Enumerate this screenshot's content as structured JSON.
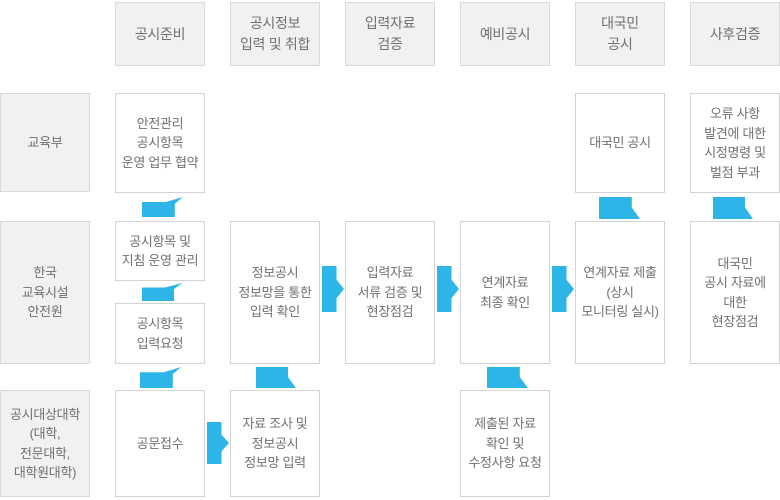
{
  "stages": [
    "공시준비",
    "공시정보\n입력 및 취합",
    "입력자료\n검증",
    "예비공시",
    "대국민\n공시",
    "사후검증"
  ],
  "actors": [
    "교육부",
    "한국\n교육시설\n안전원",
    "공시대상대학\n(대학,\n전문대학,\n대학원대학)"
  ],
  "nodes": {
    "ministry_agreement": "안전관리\n공시항목\n운영 업무 협약",
    "ministry_public_disclosure": "대국민 공시",
    "ministry_correction_order": "오류 사항\n발견에 대한\n시정명령 및\n벌점 부과",
    "agency_item_guideline": "공시항목 및\n지침 운영 관리",
    "agency_input_request": "공시항목\n입력요청",
    "agency_input_confirm": "정보공시\n정보망을 통한\n입력 확인",
    "agency_doc_field_check": "입력자료\n서류 검증 및\n현장점검",
    "agency_final_confirm": "연계자료\n최종 확인",
    "agency_data_submit": "연계자료 제출\n(상시\n모니터링 실시)",
    "agency_post_field_check": "대국민\n공시 자료에\n대한\n현장점검",
    "univ_receive_doc": "공문접수",
    "univ_data_input": "자료 조사 및\n정보공시\n정보망 입력",
    "univ_check_request": "제출된 자료\n확인 및\n수정사항 요청"
  },
  "colors": {
    "arrow": "#2eb5e8",
    "panel_bg": "#f1f1f2",
    "panel_border": "#d9d9da",
    "node_border": "#d3d3d5",
    "text": "#6e7073"
  }
}
